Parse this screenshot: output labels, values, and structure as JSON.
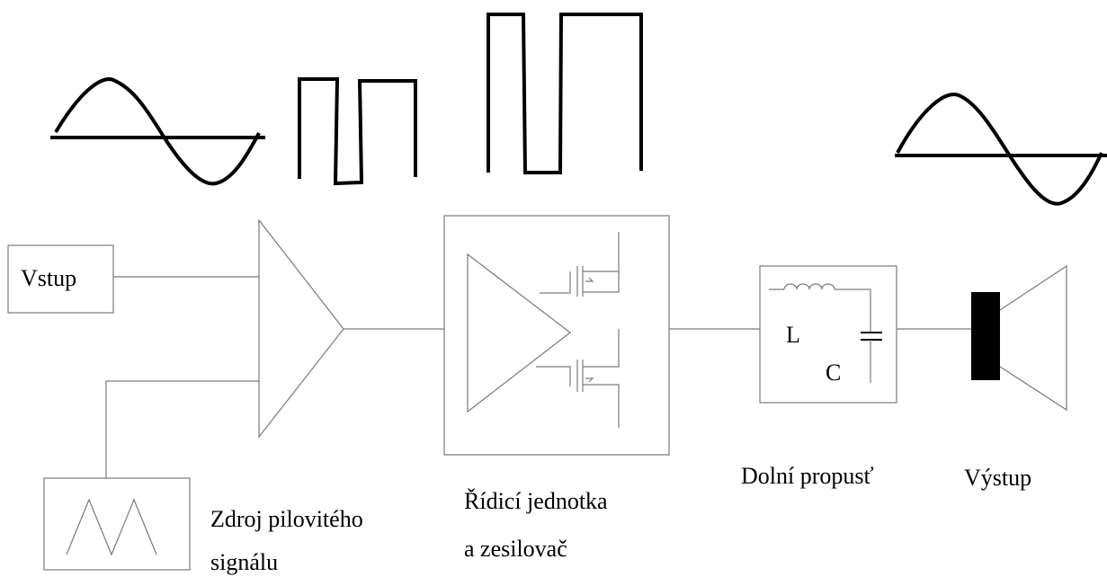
{
  "labels": {
    "input": "Vstup",
    "sawtooth_line1": "Zdroj pilovitého",
    "sawtooth_line2": "signálu",
    "control_line1": "Řídicí jednotka",
    "control_line2": "a zesilovač",
    "inductor": "L",
    "capacitor": "C",
    "lowpass": "Dolní propusť",
    "output": "Výstup"
  },
  "colors": {
    "line": "#7a7a7a",
    "waveform": "#000000",
    "background": "#ffffff"
  }
}
